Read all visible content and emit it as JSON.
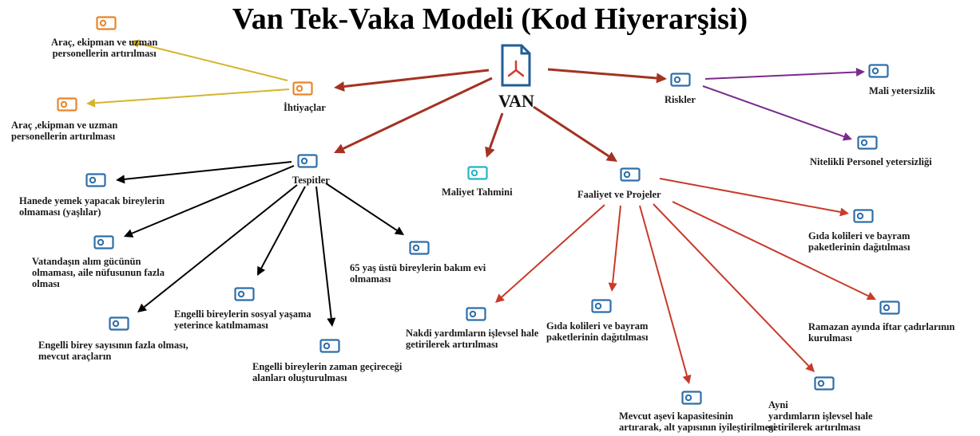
{
  "title": "Van Tek-Vaka Modeli (Kod Hiyerarşisi)",
  "colors": {
    "arrow_main": "#a33222",
    "arrow_yellow": "#d4b52c",
    "arrow_black": "#000000",
    "arrow_red": "#c83a2a",
    "arrow_purple": "#7b2a8c",
    "icon_orange": "#e8852a",
    "icon_blue": "#2e6ea8",
    "icon_cyan": "#24b3c6",
    "doc_blue": "#1f5e96",
    "doc_red": "#d8382a"
  },
  "nodes": {
    "van": "VAN",
    "ihtiyaclar": "İhtiyaçlar",
    "ihtiyac_1": "Araç, ekipman ve uzman\npersonellerin artırılması",
    "ihtiyac_2": "Araç ,ekipman ve uzman\npersonellerin artırılması",
    "riskler": "Riskler",
    "risk_1": "Mali yetersizlik",
    "risk_2": "Nitelikli Personel yetersizliği",
    "maliyet": "Maliyet Tahmini",
    "tespitler": "Tespitler",
    "tespit_1": "Hanede yemek yapacak bireylerin\nolmaması (yaşlılar)",
    "tespit_2": "Vatandaşın alım gücünün\nolmaması, aile nüfusunun fazla\nolması",
    "tespit_3": "Engelli birey sayısının fazla olması,\nmevcut araçların",
    "tespit_4": "Engelli bireylerin sosyal yaşama\nyeterince katılmaması",
    "tespit_5": "Engelli bireylerin zaman geçireceği\nalanları oluşturulması",
    "tespit_6": "65 yaş üstü bireylerin bakım evi\nolmaması",
    "faaliyet": "Faaliyet ve Projeler",
    "faaliyet_1": "Nakdi yardımların işlevsel hale\ngetirilerek artırılması",
    "faaliyet_2": "Gıda kolileri ve bayram\npaketlerinin dağıtılması",
    "faaliyet_3": "Mevcut aşevi kapasitesinin\nartırarak, alt yapısının iyileştirilmesi",
    "faaliyet_4": "Ayni\nyardımların işlevsel hale\ngetirilerek artırılması",
    "faaliyet_5": "Ramazan ayında iftar çadırlarının\nkurulması",
    "faaliyet_6": "Gıda kolileri ve bayram\npaketlerinin dağıtılması"
  }
}
